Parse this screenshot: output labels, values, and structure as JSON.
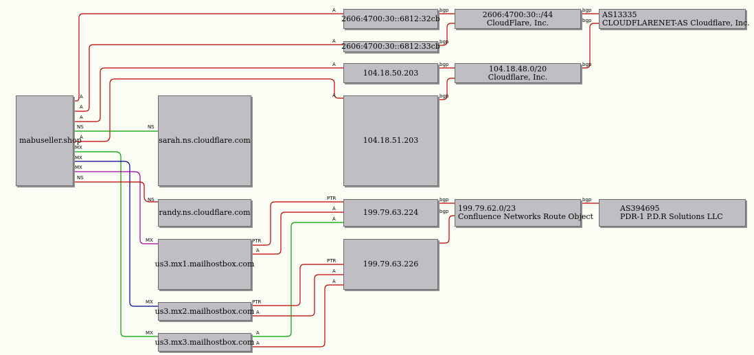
{
  "colors": {
    "a_record": "#c00000",
    "ns_record": "#00a000",
    "mx_record_1": "#00a000",
    "mx_record_2": "#000090",
    "mx_record_3": "#a000a0",
    "node_fill": "#c1bec3",
    "background": "#f9fdf3"
  },
  "nodes": {
    "domain": {
      "label": "mabuseller.shop"
    },
    "ns1": {
      "label": "sarah.ns.cloudflare.com"
    },
    "ns2": {
      "label": "randy.ns.cloudflare.com"
    },
    "mx1": {
      "label": "us3.mx1.mailhostbox.com"
    },
    "mx2": {
      "label": "us3.mx2.mailhostbox.com"
    },
    "mx3": {
      "label": "us3.mx3.mailhostbox.com"
    },
    "ip6_1": {
      "label": "2606:4700:30::6812:32cb"
    },
    "ip6_2": {
      "label": "2606:4700:30::6812:33cb"
    },
    "ip4_1": {
      "label": "104.18.50.203"
    },
    "ip4_2": {
      "label": "104.18.51.203"
    },
    "ip4_mx1": {
      "label": "199.79.63.224"
    },
    "ip4_mx2": {
      "label": "199.79.63.226"
    },
    "prefix6": {
      "line1": "2606:4700:30::/44",
      "line2": "CloudFlare, Inc."
    },
    "prefix4": {
      "line1": "104.18.48.0/20",
      "line2": "Cloudflare, Inc."
    },
    "prefix_mx": {
      "line1": "199.79.62.0/23",
      "line2": "Confluence Networks Route Object"
    },
    "asn_cf": {
      "line1": "AS13335",
      "line2": "CLOUDFLARENET-AS Cloudflare, Inc."
    },
    "asn_pdr": {
      "line1": "AS394695",
      "line2": "PDR-1 P.D.R Solutions LLC"
    }
  },
  "edge_labels": {
    "a": "A",
    "ns": "NS",
    "mx": "MX",
    "ptr": "PTR",
    "bgp": "bgp"
  }
}
